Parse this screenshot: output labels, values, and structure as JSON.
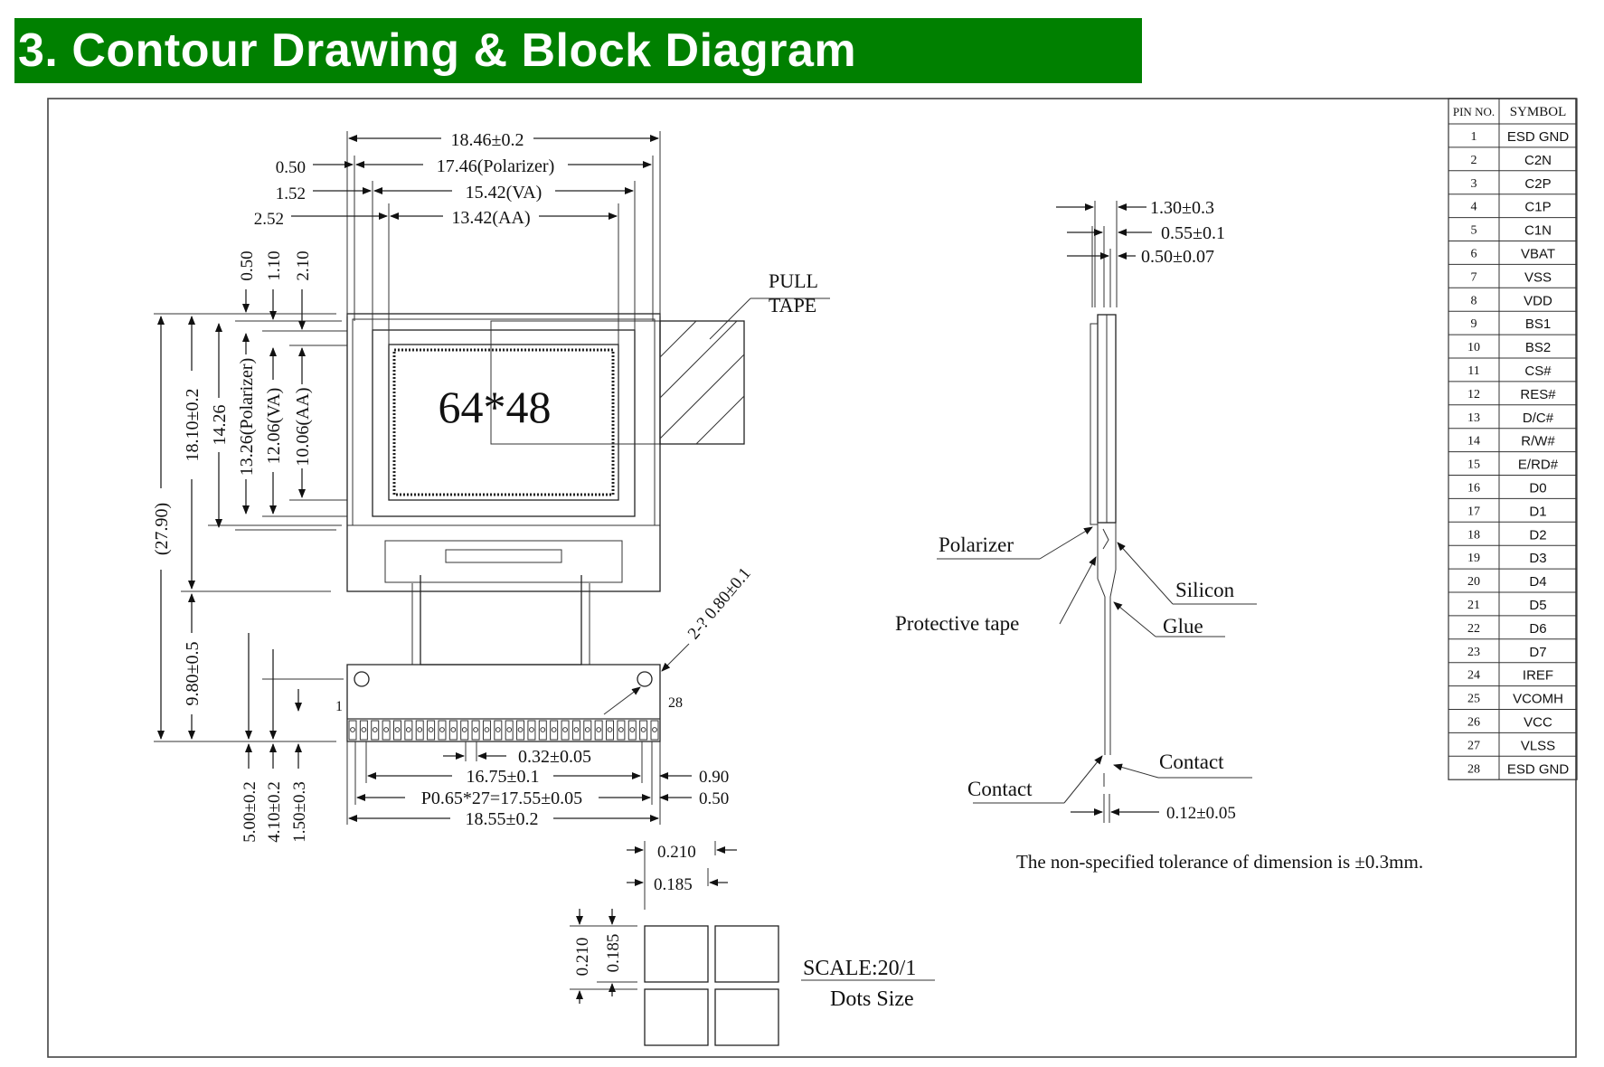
{
  "title": "3. Contour Drawing & Block Diagram",
  "display_label": "64*48",
  "pull_tape": [
    "PULL",
    "TAPE"
  ],
  "top_dims": {
    "d1": "18.46±0.2",
    "d2": "17.46(Polarizer)",
    "d3": "15.42(VA)",
    "d4": "13.42(AA)",
    "o1": "0.50",
    "o2": "1.52",
    "o3": "2.52"
  },
  "left_vertical_dims": {
    "v1": "0.50",
    "v2": "1.10",
    "v3": "2.10",
    "h_total": "(27.90)",
    "h1": "18.10±0.2",
    "h2": "14.26",
    "h3": "13.26(Polarizer)",
    "h4": "12.06(VA)",
    "h5": "10.06(AA)",
    "h6": "9.80±0.5",
    "b1": "5.00±0.2",
    "b2": "4.10±0.2",
    "b3": "1.50±0.3"
  },
  "hole_dim": "2-? 0.80±0.1",
  "pin_first": "1",
  "pin_last": "28",
  "bottom_dims": {
    "pitch_w": "0.32±0.05",
    "span1": "16.75±0.1",
    "pitch": "P0.65*27=17.55±0.05",
    "total": "18.55±0.2",
    "r1": "0.90",
    "r2": "0.50"
  },
  "side_view": {
    "t1": "1.30±0.3",
    "t2": "0.55±0.1",
    "t3": "0.50±0.07",
    "polarizer": "Polarizer",
    "protective_tape": "Protective tape",
    "silicon": "Silicon",
    "glue": "Glue",
    "contact_left": "Contact",
    "contact_right": "Contact",
    "t4": "0.12±0.05"
  },
  "tolerance_note": "The non-specified tolerance of dimension is ±0.3mm.",
  "dots": {
    "w1": "0.210",
    "w2": "0.185",
    "h1": "0.210",
    "h2": "0.185",
    "scale": "SCALE:20/1",
    "caption": "Dots Size"
  },
  "pin_table": {
    "headers": [
      "PIN NO.",
      "SYMBOL"
    ],
    "rows": [
      [
        "1",
        "ESD GND"
      ],
      [
        "2",
        "C2N"
      ],
      [
        "3",
        "C2P"
      ],
      [
        "4",
        "C1P"
      ],
      [
        "5",
        "C1N"
      ],
      [
        "6",
        "VBAT"
      ],
      [
        "7",
        "VSS"
      ],
      [
        "8",
        "VDD"
      ],
      [
        "9",
        "BS1"
      ],
      [
        "10",
        "BS2"
      ],
      [
        "11",
        "CS#"
      ],
      [
        "12",
        "RES#"
      ],
      [
        "13",
        "D/C#"
      ],
      [
        "14",
        "R/W#"
      ],
      [
        "15",
        "E/RD#"
      ],
      [
        "16",
        "D0"
      ],
      [
        "17",
        "D1"
      ],
      [
        "18",
        "D2"
      ],
      [
        "19",
        "D3"
      ],
      [
        "20",
        "D4"
      ],
      [
        "21",
        "D5"
      ],
      [
        "22",
        "D6"
      ],
      [
        "23",
        "D7"
      ],
      [
        "24",
        "IREF"
      ],
      [
        "25",
        "VCOMH"
      ],
      [
        "26",
        "VCC"
      ],
      [
        "27",
        "VLSS"
      ],
      [
        "28",
        "ESD GND"
      ]
    ]
  }
}
